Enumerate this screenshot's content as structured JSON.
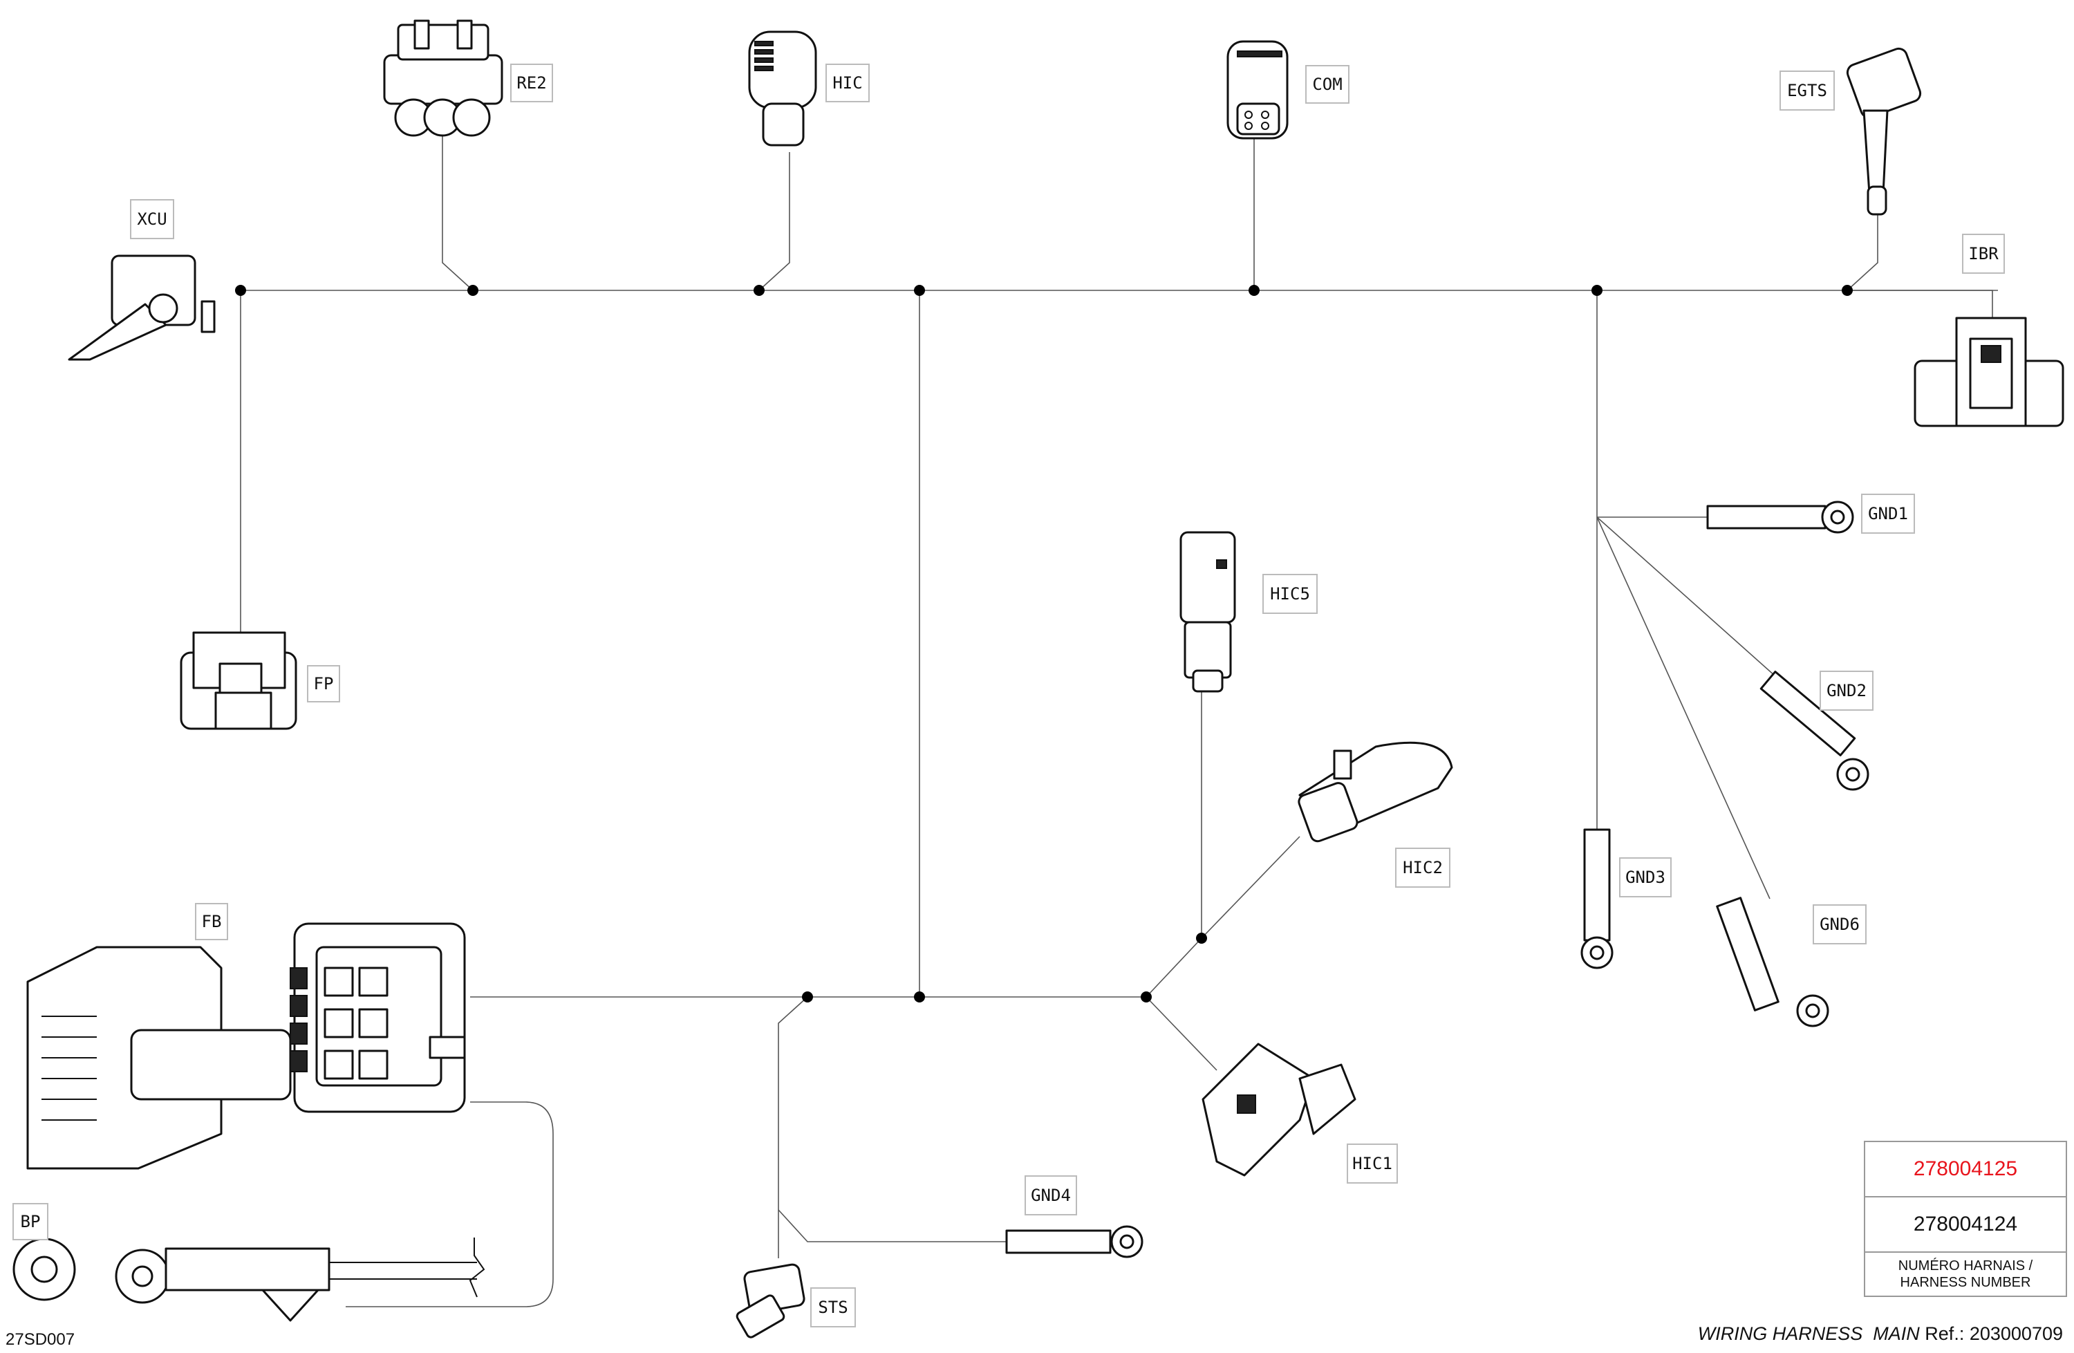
{
  "connectors": {
    "re2": "RE2",
    "hic": "HIC",
    "com": "COM",
    "egts": "EGTS",
    "xcu": "XCU",
    "ibr": "IBR",
    "gnd1": "GND1",
    "gnd2": "GND2",
    "gnd3": "GND3",
    "gnd6": "GND6",
    "hic5": "HIC5",
    "hic2": "HIC2",
    "hic1": "HIC1",
    "fp": "FP",
    "fb": "FB",
    "bp": "BP",
    "gnd4": "GND4",
    "sts": "STS"
  },
  "harness_numbers": {
    "primary": "278004125",
    "primary_color": "#e8141c",
    "secondary": "278004124",
    "caption": "NUMÉRO HARNAIS / HARNESS NUMBER"
  },
  "footer": {
    "drawing_code": "27SD007",
    "title": "WIRING HARNESS  MAIN",
    "ref_label": "Ref.:",
    "ref_value": "203000709"
  }
}
